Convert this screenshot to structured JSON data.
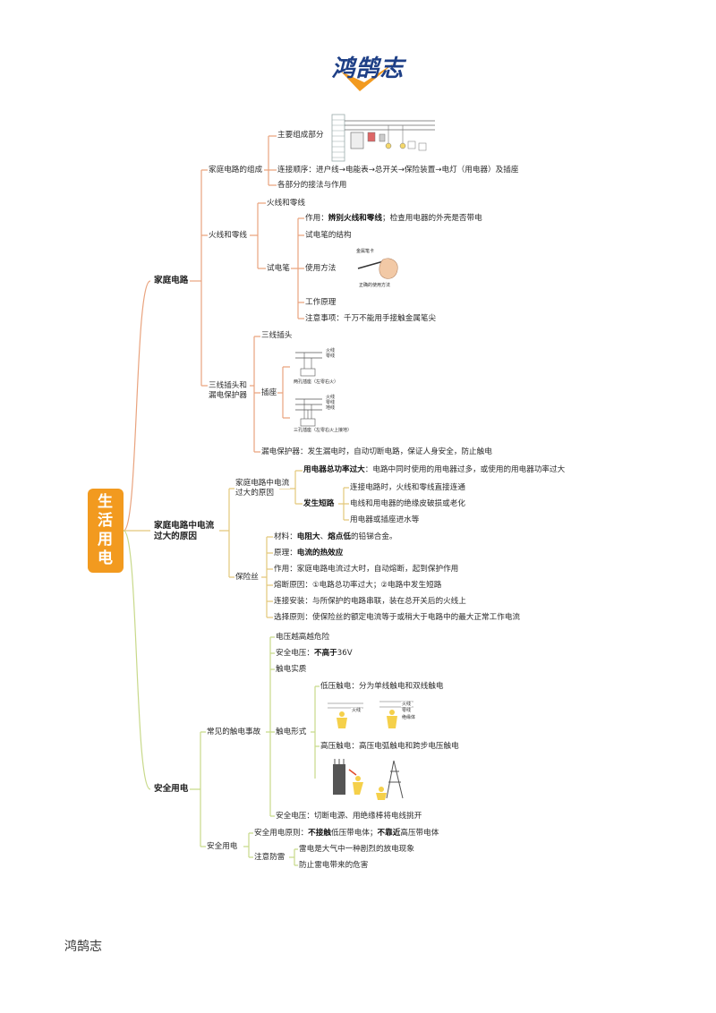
{
  "logo": {
    "text": "鸿鹄志"
  },
  "root": {
    "chars": [
      "生",
      "活",
      "用",
      "电"
    ]
  },
  "b1": {
    "title": "家庭电路",
    "comp": {
      "label": "家庭电路的组成",
      "main": "主要组成部分",
      "order": "连接顺序：进户线→电能表→总开关→保险装置→电灯（用电器）及插座",
      "each": "各部分的接法与作用"
    },
    "fire": {
      "label": "火线和零线",
      "sub": "火线和零线",
      "pen": "试电笔",
      "use_pre": "作用：",
      "use_bold": "辨别火线和零线",
      "use_post": "；检查用电器的外壳是否带电",
      "struct": "试电笔的结构",
      "method": "使用方法",
      "work": "工作原理",
      "note": "注意事项：千万不能用手接触金属笔尖",
      "fig_a": "金属笔卡",
      "fig_b": "正确的使用方法"
    },
    "plug": {
      "label_1": "三线插头和",
      "label_2": "漏电保护器",
      "head": "三线插头",
      "socket": "插座",
      "leak": "漏电保护器：发生漏电时，自动切断电路，保证人身安全，防止触电",
      "fig_fire": "火线",
      "fig_zero": "零线",
      "fig_earth": "地线",
      "cap1": "两孔插座（左零右火）",
      "cap2": "三孔插座（左零右火上接地）"
    }
  },
  "b2": {
    "title_1": "家庭电路中电流",
    "title_2": "过大的原因",
    "cause": {
      "label_1": "家庭电路中电流",
      "label_2": "过大的原因",
      "p1_bold": "用电器总功率过大",
      "p1_rest": "：电路中同时使用的用电器过多，或使用的用电器功率过大",
      "p2_bold": "发生短路",
      "s1": "连接电路时，火线和零线直接连通",
      "s2": "电线和用电器的绝缘皮破损或老化",
      "s3": "用电器或插座进水等"
    },
    "fuse": {
      "label": "保险丝",
      "mat_pre": "材料：",
      "mat_b1": "电阻大",
      "mat_mid": "、",
      "mat_b2": "熔点低",
      "mat_post": "的铅锑合金。",
      "prin_pre": "原理：",
      "prin_b": "电流的热效应",
      "func": "作用：家庭电路电流过大时，自动熔断，起到保护作用",
      "melt": "熔断原因：①电路总功率过大；②电路中发生短路",
      "conn": "连接安装：与所保护的电路串联，装在总开关后的火线上",
      "choose": "选择原则：使保险丝的额定电流等于或稍大于电路中的最大正常工作电流"
    }
  },
  "b3": {
    "title": "安全用电",
    "acc": {
      "label": "常见的触电事故",
      "check": "电压越高越危险",
      "sv_pre": "安全电压：",
      "sv_b": "不高于",
      "sv_post": "36V",
      "essence": "触电实质",
      "form": "触电形式",
      "low": "低压触电：分为单线触电和双线触电",
      "high": "高压触电：高压电弧触电和跨步电压触电",
      "save": "安全电压：切断电源、用绝缘棒将电线挑开",
      "fig_fire": "火线",
      "fig_zero": "零线",
      "fig_earth": "绝缘体"
    },
    "safe": {
      "label": "安全用电",
      "pr_pre": "安全用电原则：",
      "pr_b1": "不接触",
      "pr_m": "低压带电体；",
      "pr_b2": "不靠近",
      "pr_post": "高压带电体",
      "attn": "注意防雷",
      "t1": "雷电是大气中一种剧烈的放电现象",
      "t2": "防止雷电带来的危害"
    }
  },
  "footer": "鸿鹄志",
  "colors": {
    "root": "#f29a1f",
    "house": "#e9a37e",
    "current": "#e3c87a",
    "safety": "#c8d98a",
    "logo": "#1e3f86",
    "logoMark": "#f29a1f"
  }
}
